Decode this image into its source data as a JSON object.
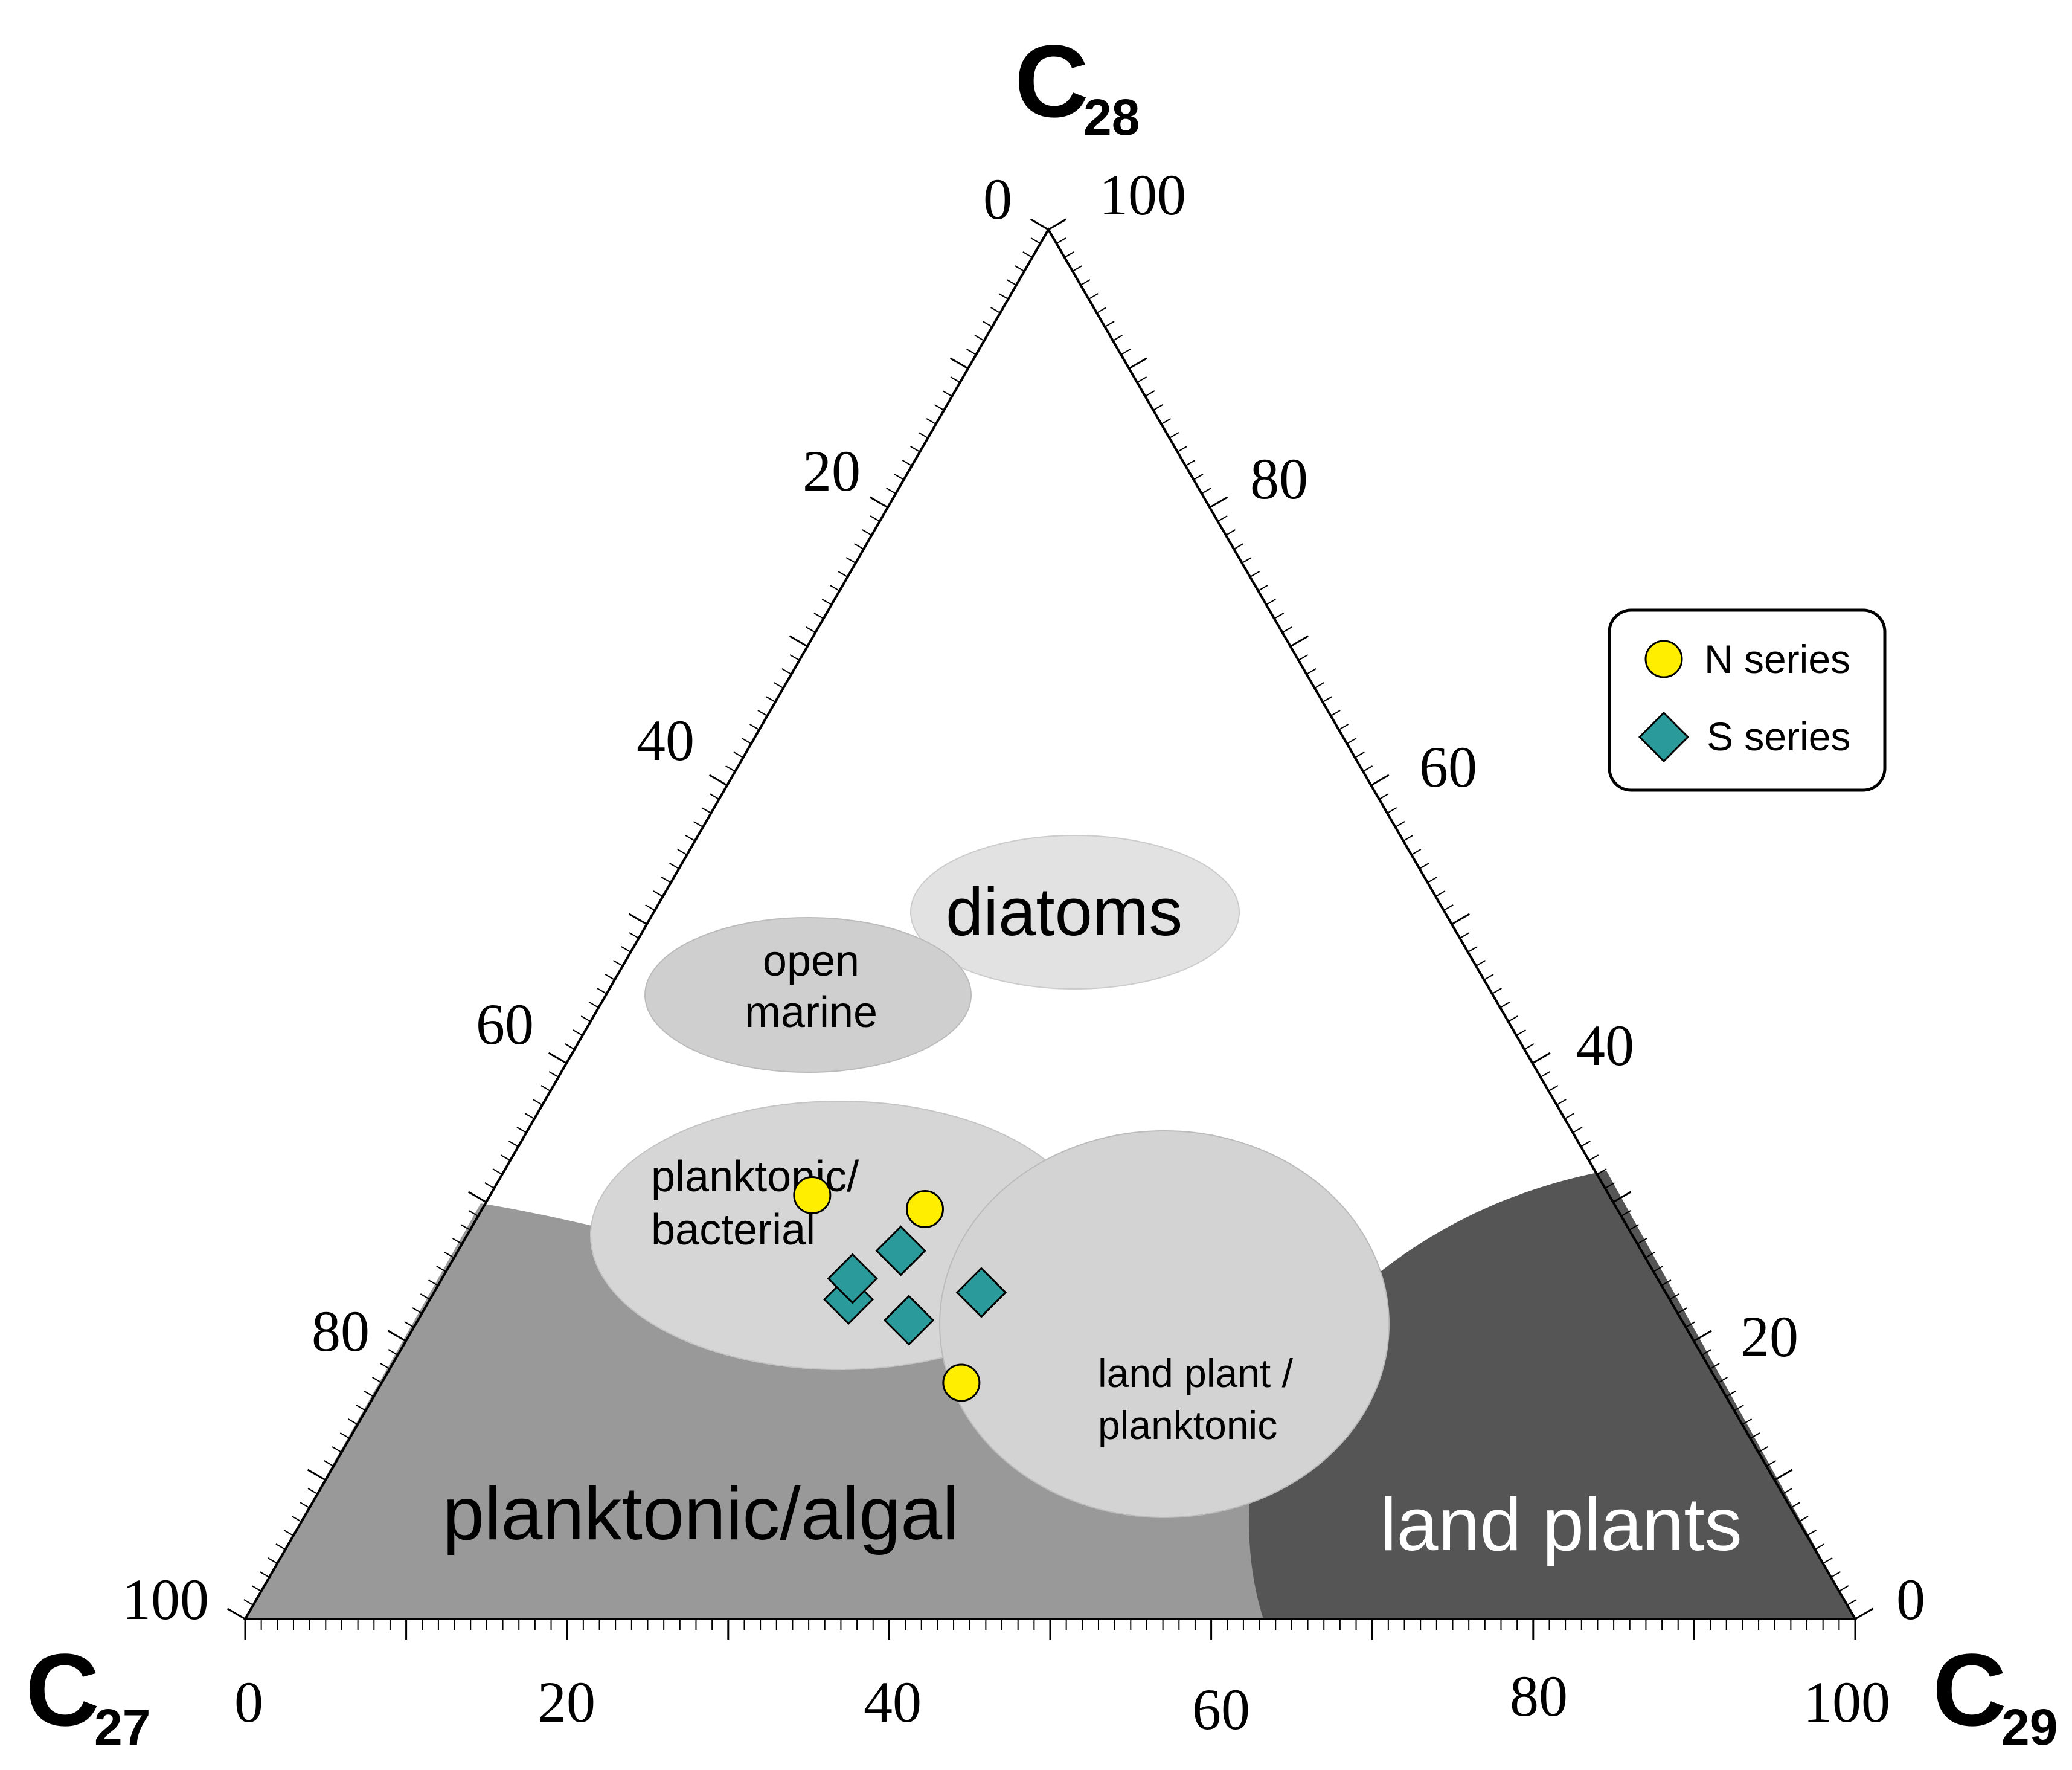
{
  "chart_data": {
    "type": "scatter",
    "subtype": "ternary",
    "apices": {
      "left": {
        "symbol": "C",
        "sub": "27"
      },
      "top": {
        "symbol": "C",
        "sub": "28"
      },
      "right": {
        "symbol": "C",
        "sub": "29"
      }
    },
    "ticks": {
      "bottom": [
        "0",
        "20",
        "40",
        "60",
        "80",
        "100"
      ],
      "left": [
        "100",
        "80",
        "60",
        "40",
        "20",
        "0"
      ],
      "right": [
        "0",
        "20",
        "40",
        "60",
        "80",
        "100"
      ]
    },
    "regions": [
      {
        "name": "planktonic/algal",
        "color": "#999999",
        "text_color": "#000000"
      },
      {
        "name": "land plants",
        "color": "#555555",
        "text_color": "#ffffff"
      },
      {
        "name": "diatoms",
        "color": "#e2e2e2",
        "text_color": "#000000"
      },
      {
        "name": "open marine",
        "lines": [
          "open",
          "marine"
        ],
        "color": "#cfcfcf",
        "text_color": "#000000"
      },
      {
        "name": "planktonic/bacterial",
        "lines": [
          "planktonic/",
          "bacterial"
        ],
        "color": "#d6d6d6",
        "text_color": "#000000"
      },
      {
        "name": "land plant / planktonic",
        "lines": [
          "land plant /",
          "planktonic"
        ],
        "color": "#d3d3d3",
        "text_color": "#000000"
      }
    ],
    "series": [
      {
        "name": "N series",
        "marker": "circle",
        "color": "#ffee00",
        "points": [
          {
            "C27": 49.5,
            "C28": 30.5,
            "C29": 20.0
          },
          {
            "C27": 43.0,
            "C28": 29.5,
            "C29": 27.5
          },
          {
            "C27": 47.0,
            "C28": 17.0,
            "C29": 36.0
          }
        ]
      },
      {
        "name": "S series",
        "marker": "diamond",
        "color": "#2a9a9a",
        "points": [
          {
            "C27": 51.0,
            "C28": 23.0,
            "C29": 26.0
          },
          {
            "C27": 50.0,
            "C28": 24.5,
            "C29": 25.5
          },
          {
            "C27": 46.0,
            "C28": 26.5,
            "C29": 27.5
          },
          {
            "C27": 48.0,
            "C28": 21.5,
            "C29": 30.5
          },
          {
            "C27": 42.5,
            "C28": 23.5,
            "C29": 34.0
          }
        ]
      }
    ],
    "legend": {
      "position": "top-right"
    }
  }
}
